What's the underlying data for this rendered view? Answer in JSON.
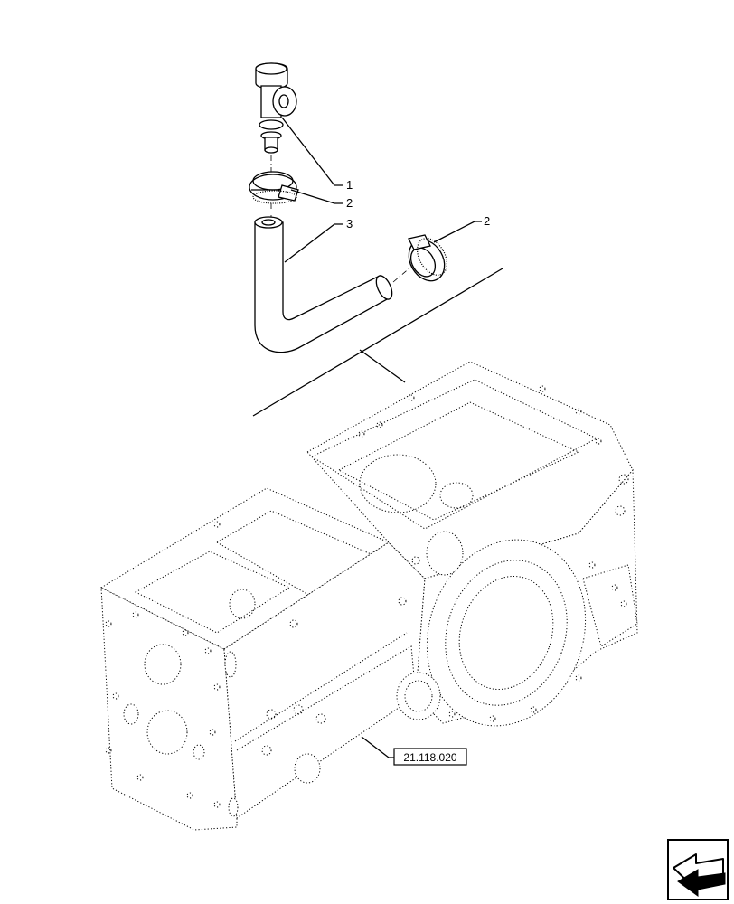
{
  "callouts": {
    "item1": "1",
    "item2a": "2",
    "item2b": "2",
    "item3": "3"
  },
  "reference": {
    "label": "21.118.020"
  },
  "icons": {
    "nav": "arrow-left-icon"
  }
}
